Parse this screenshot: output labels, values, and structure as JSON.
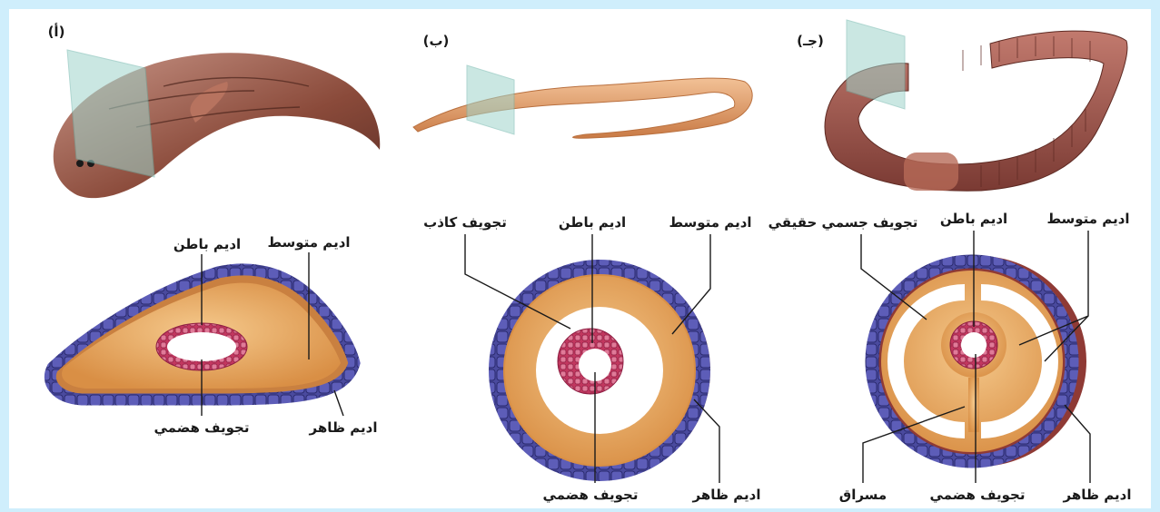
{
  "panels": {
    "a": {
      "tag": "(أ)",
      "labels": {
        "mesoderm": "اديم متوسط",
        "endoderm": "اديم باطن",
        "ectoderm": "اديم ظاهر",
        "gut": "تجويف هضمي"
      }
    },
    "b": {
      "tag": "(ب)",
      "labels": {
        "pseudocoelom": "تجويف كاذب",
        "endoderm": "اديم باطن",
        "mesoderm": "اديم متوسط",
        "gut": "تجويف هضمي",
        "ectoderm": "اديم ظاهر"
      }
    },
    "c": {
      "tag": "(جـ)",
      "labels": {
        "coelom": "تجويف جسمي حقيقي",
        "endoderm": "اديم باطن",
        "mesoderm": "اديم متوسط",
        "mesentery": "مسراق",
        "gut": "تجويف هضمي",
        "ectoderm": "اديم ظاهر"
      }
    }
  },
  "colors": {
    "border": "#cfeefc",
    "ectoderm": "#4a4a9e",
    "mesoderm": "#e8a65a",
    "endoderm": "#c2375f",
    "flatworm": "#8a4a3a",
    "roundworm": "#e2a26c",
    "earthworm": "#9c5048",
    "glass": "#9fd4cc"
  }
}
